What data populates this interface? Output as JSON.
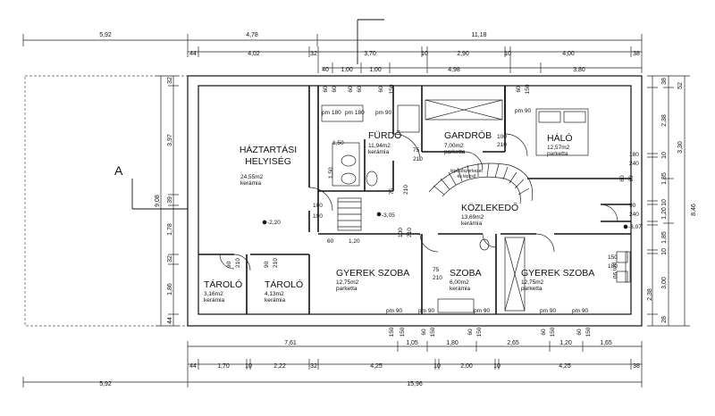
{
  "section_marker": "A",
  "rooms": [
    {
      "name": "HÁZTARTÁSI",
      "name2": "HELYISÉG",
      "area": "24,55m2",
      "floor": "kerámia"
    },
    {
      "name": "FÜRDŐ",
      "area": "11,94m2",
      "floor": "kerámia"
    },
    {
      "name": "GARDRÓB",
      "area": "7,00m2",
      "floor": "parketta"
    },
    {
      "name": "HÁLÓ",
      "area": "12,57m2",
      "floor": "parketta"
    },
    {
      "name": "KÖZLEKEDŐ",
      "area": "13,69m2",
      "floor": "kerámia"
    },
    {
      "name": "GYEREK SZOBA",
      "area": "12,75m2",
      "floor": "parketta"
    },
    {
      "name": "SZOBA",
      "area": "6,00m2",
      "floor": "kerámia"
    },
    {
      "name": "GYEREK SZOBA",
      "area": "12,75m2",
      "floor": "parketta"
    },
    {
      "name": "TÁROLÓ",
      "area": "3,16m2",
      "floor": "kerámia"
    },
    {
      "name": "TÁROLÓ",
      "area": "4,13m2",
      "floor": "kerámia"
    }
  ],
  "stair_note": [
    "lépcsőszerkezet",
    "és lépcső"
  ],
  "levels": [
    "-2,20",
    "-3,05",
    "-3,07"
  ],
  "dims_top": {
    "row1": [
      "5,92",
      "4,78",
      "11,18"
    ],
    "row2": [
      "44",
      "4,02",
      "32",
      "3,70",
      "10",
      "2,90",
      "10",
      "4,00",
      "38"
    ],
    "row3": [
      "40",
      "1,00",
      "1,00",
      "4,98",
      "3,80"
    ]
  },
  "dims_bottom": {
    "row1": [
      "7,61",
      "1,05",
      "1,80",
      "2,65",
      "1,20",
      "1,65"
    ],
    "row2": [
      "44",
      "1,70",
      "10",
      "2,22",
      "32",
      "4,25",
      "10",
      "2,00",
      "10",
      "4,25",
      "38"
    ],
    "row3": [
      "5,92",
      "15,96"
    ]
  },
  "dims_left": [
    "32",
    "3,97",
    "39",
    "1,78",
    "32",
    "1,86",
    "44",
    "9,08"
  ],
  "dims_right": [
    "38",
    "2,38",
    "10",
    "1,85",
    "10",
    "1,20",
    "1,85",
    "10",
    "3,00",
    "2,38",
    "28",
    "52",
    "3,30",
    "8,46"
  ],
  "openings_top": [
    "60",
    "60",
    "60",
    "60",
    "60",
    "150",
    "60",
    "150",
    "60",
    "60"
  ],
  "openings_bottom": [
    "150",
    "150",
    "60",
    "150",
    "60",
    "150",
    "60",
    "150",
    "60",
    "150"
  ],
  "window_labels": [
    "pm 180",
    "pm 180",
    "pm 90",
    "pm 90",
    "pm 90",
    "pm 90",
    "pm 90",
    "pm 90",
    "pm 90",
    "pm 90"
  ],
  "door_labels": [
    "100",
    "210",
    "180",
    "240",
    "90",
    "240",
    "100",
    "190",
    "75",
    "210",
    "75",
    "210",
    "100",
    "210",
    "90",
    "210",
    "90",
    "210",
    "150",
    "180",
    "60",
    "1,20",
    "1,50",
    "1,50",
    "75",
    "210"
  ]
}
